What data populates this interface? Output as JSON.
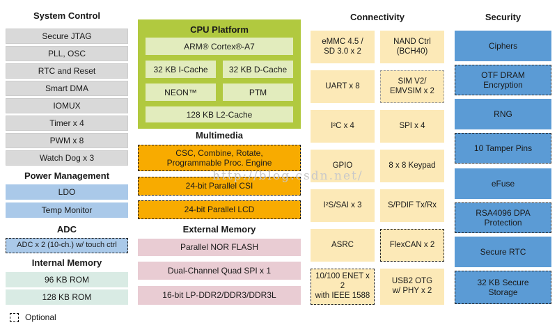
{
  "watermark": "http://blog.csdn.net/",
  "colors": {
    "gray": "#d9d9d9",
    "blue-light": "#aac9e9",
    "mint": "#d9ebe4",
    "green": "#b1c93f",
    "green-light": "#e2ecbd",
    "yellow": "#fce9b7",
    "orange": "#f8ab00",
    "pink": "#e9ccd3",
    "blue-sec": "#5b9bd5",
    "text": "#1a1a1a"
  },
  "system_control": {
    "title": "System Control",
    "items": [
      "Secure JTAG",
      "PLL, OSC",
      "RTC and Reset",
      "Smart DMA",
      "IOMUX",
      "Timer x 4",
      "PWM x 8",
      "Watch Dog x 3"
    ]
  },
  "power_management": {
    "title": "Power Management",
    "items": [
      "LDO",
      "Temp Monitor"
    ]
  },
  "adc": {
    "title": "ADC",
    "item": "ADC x 2 (10-ch.) w/ touch ctrl"
  },
  "internal_memory": {
    "title": "Internal Memory",
    "items": [
      "96 KB ROM",
      "128 KB ROM"
    ]
  },
  "cpu_platform": {
    "title": "CPU Platform",
    "core": "ARM® Cortex®-A7",
    "icache": "32 KB I-Cache",
    "dcache": "32 KB D-Cache",
    "neon": "NEON™",
    "ptm": "PTM",
    "l2cache": "128 KB L2-Cache"
  },
  "multimedia": {
    "title": "Multimedia",
    "items": [
      "CSC, Combine, Rotate,\nProgrammable Proc. Engine",
      "24-bit Parallel CSI",
      "24-bit Parallel LCD"
    ]
  },
  "external_memory": {
    "title": "External Memory",
    "items": [
      "Parallel NOR FLASH",
      "Dual-Channel Quad SPI x 1",
      "16-bit LP-DDR2/DDR3/DDR3L"
    ]
  },
  "connectivity": {
    "title": "Connectivity",
    "left": [
      "eMMC 4.5 /\nSD 3.0 x 2",
      "UART x 8",
      "I²C x 4",
      "GPIO",
      "I²S/SAI x 3",
      "ASRC",
      "10/100 ENET x 2\nwith IEEE 1588"
    ],
    "right": [
      "NAND Ctrl\n(BCH40)",
      "SIM V2/\nEMVSIM x 2",
      "SPI x 4",
      "8 x 8 Keypad",
      "S/PDIF Tx/Rx",
      "FlexCAN x 2",
      "USB2 OTG\nw/ PHY x 2"
    ]
  },
  "security": {
    "title": "Security",
    "items": [
      "Ciphers",
      "OTF DRAM\nEncryption",
      "RNG",
      "10 Tamper Pins",
      "eFuse",
      "RSA4096 DPA\nProtection",
      "Secure RTC",
      "32 KB Secure\nStorage"
    ]
  },
  "legend": {
    "optional": "Optional"
  }
}
